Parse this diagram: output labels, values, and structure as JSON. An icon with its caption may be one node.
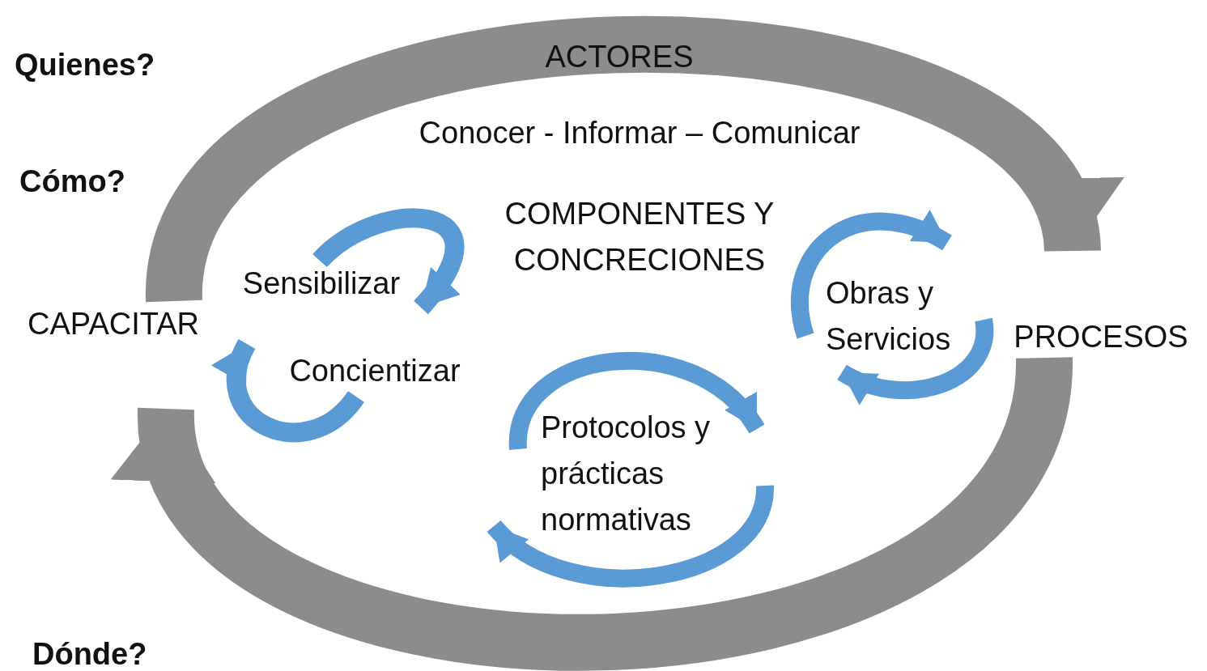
{
  "diagram": {
    "nodes": [
      {
        "text": [
          "CAPACITAR"
        ]
      },
      {
        "text": [
          "PROCESOS"
        ]
      },
      {
        "text": [
          "Sensibilizar"
        ]
      },
      {
        "text": [
          "Concientizar"
        ]
      }
    ],
    "edges": [
      {
        "from": 0,
        "to": 1,
        "arrow": "to",
        "style": "thick",
        "color": "#8c8c8c"
      },
      {
        "from": 1,
        "to": 0,
        "arrow": "to",
        "style": "thick",
        "color": "#8c8c8c"
      },
      {
        "from": 2,
        "to": 3,
        "arrow": "to"
      },
      {
        "from": 3,
        "to": 2,
        "arrow": "to"
      }
    ],
    "labels": [
      "Quienes?",
      "ACTORES",
      "Cómo?",
      "Conocer - Informar – Comunicar",
      "COMPONENTES Y CONCRECIONES",
      "Obras y Servicios",
      "Protocolos y prácticas normativas",
      "Dónde?"
    ]
  }
}
